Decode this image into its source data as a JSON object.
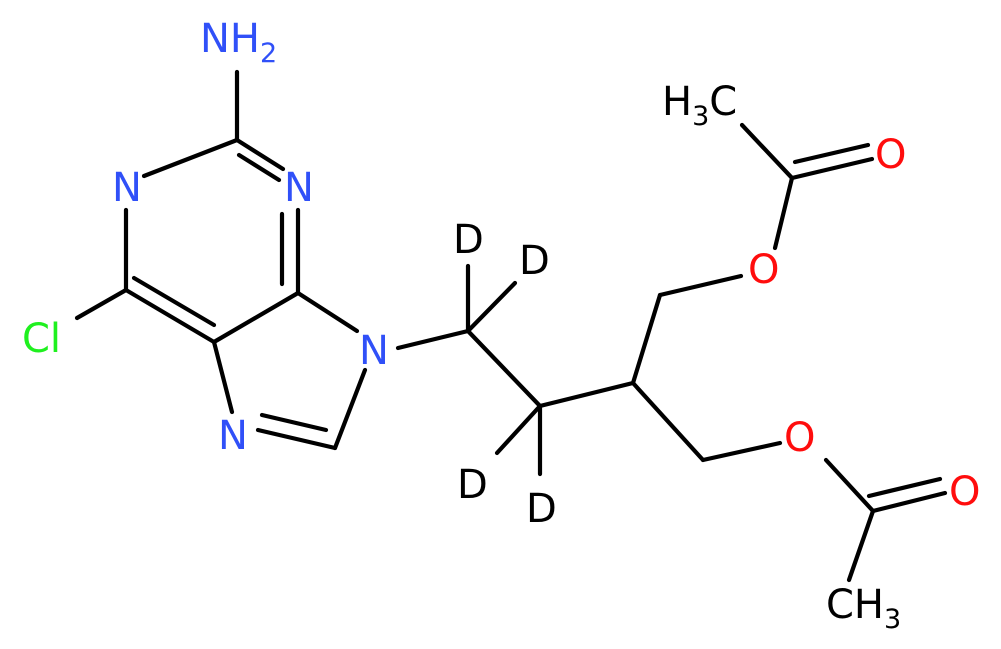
{
  "colors": {
    "carbon": "#000000",
    "nitrogen": "#3050F8",
    "oxygen": "#FF0D0D",
    "chlorine": "#1FF01F",
    "deuterium": "#000000"
  },
  "atoms": {
    "nh2": {
      "text": "NH",
      "sub": "2"
    },
    "n1": {
      "text": "N"
    },
    "n3": {
      "text": "N"
    },
    "n7": {
      "text": "N"
    },
    "n9": {
      "text": "N"
    },
    "cl": {
      "text": "Cl"
    },
    "o_upper_ester": {
      "text": "O"
    },
    "o_upper_carbonyl": {
      "text": "O"
    },
    "o_lower_ester": {
      "text": "O"
    },
    "o_lower_carbonyl": {
      "text": "O"
    },
    "ch3_upper": {
      "text": "H",
      "sub": "3",
      "tail": "C"
    },
    "ch3_lower": {
      "text": "CH",
      "sub": "3"
    },
    "d1": {
      "text": "D"
    },
    "d2": {
      "text": "D"
    },
    "d3": {
      "text": "D"
    },
    "d4": {
      "text": "D"
    }
  }
}
